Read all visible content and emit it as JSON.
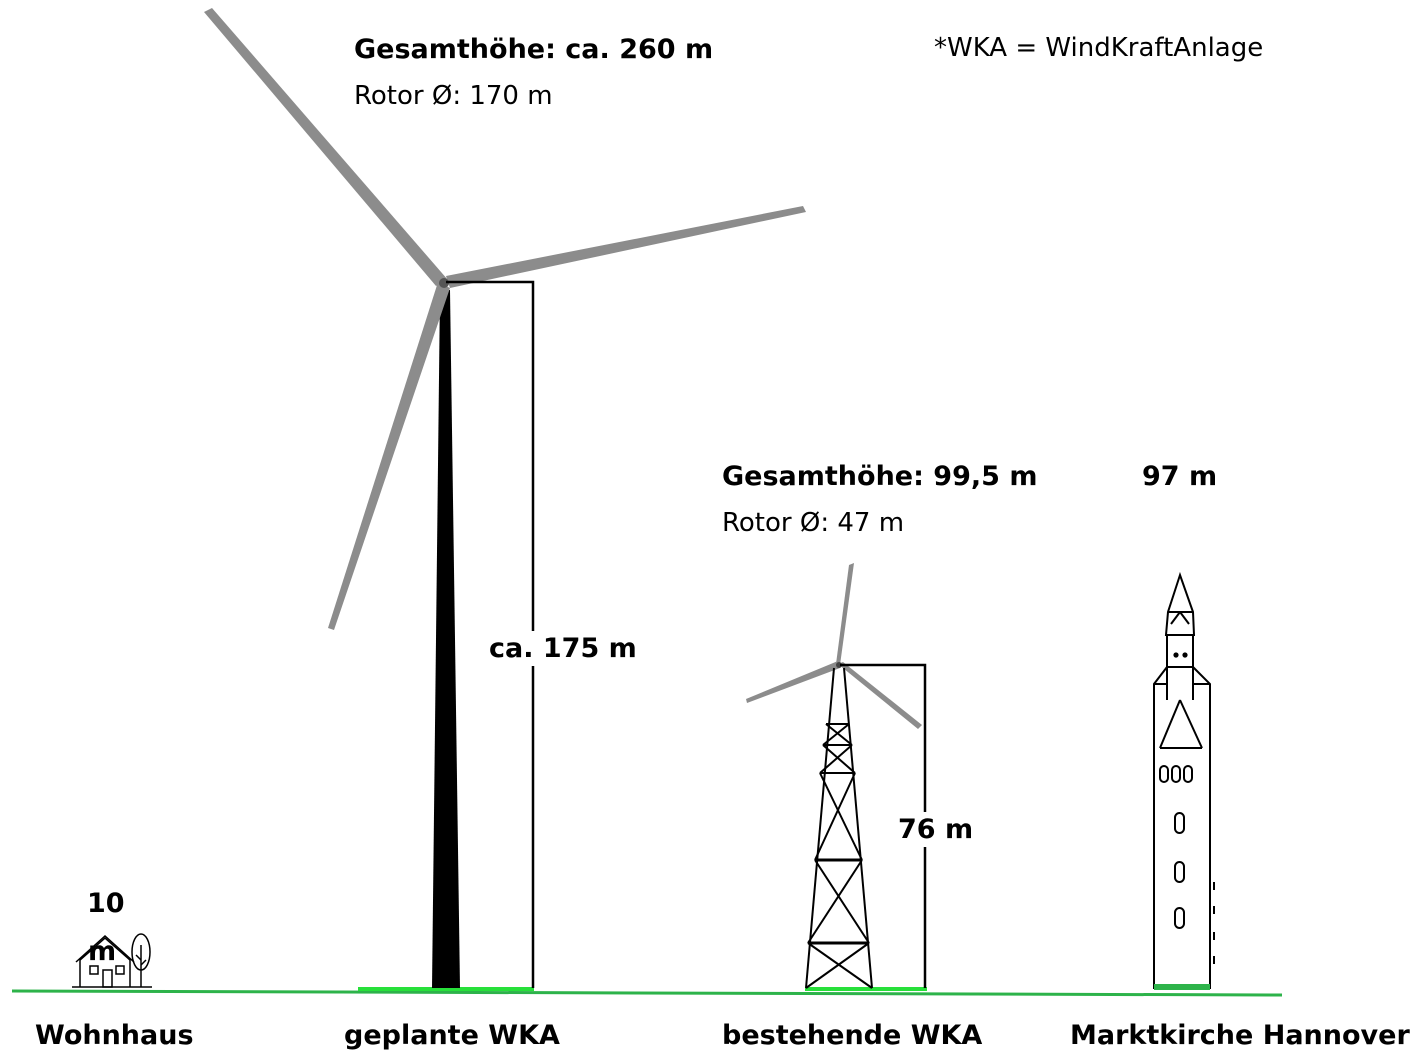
{
  "note": "*WKA = WindKraftAnlage",
  "planned": {
    "total_height": "Gesamthöhe: ca. 260 m",
    "rotor": "Rotor Ø: 170 m",
    "hub_height": "ca. 175 m",
    "caption": "geplante WKA"
  },
  "existing": {
    "total_height": "Gesamthöhe: 99,5 m",
    "rotor": "Rotor Ø: 47 m",
    "hub_height": "76 m",
    "caption": "bestehende WKA"
  },
  "church": {
    "height": "97 m",
    "caption": "Marktkirche Hannover"
  },
  "house": {
    "height_line1": "10",
    "height_line2": "m",
    "caption": "Wohnhaus"
  },
  "colors": {
    "ground": "#2db34a",
    "ground_light": "#27e03a",
    "blade": "#8c8c8c",
    "tower": "#000000"
  }
}
